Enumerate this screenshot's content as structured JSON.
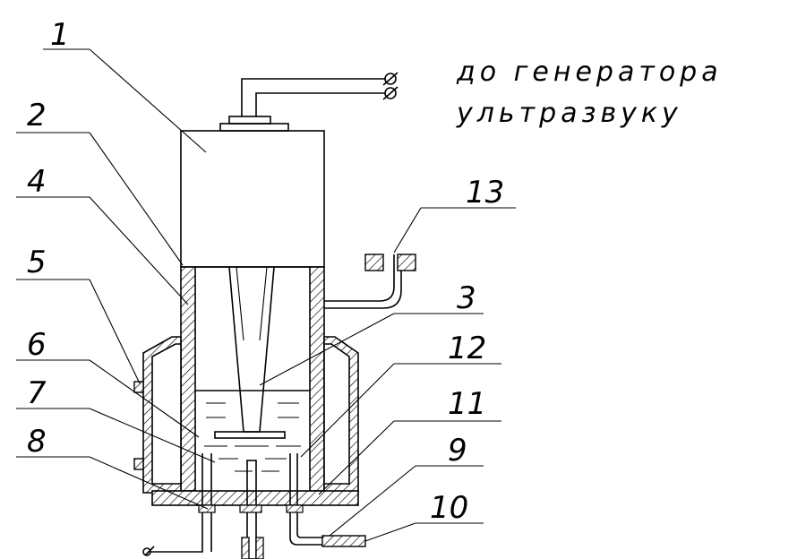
{
  "caption": {
    "line1": "до генератора",
    "line2": "ультразвуку"
  },
  "labels": {
    "l1": "1",
    "l2": "2",
    "l3": "3",
    "l4": "4",
    "l5": "5",
    "l6": "6",
    "l7": "7",
    "l8": "8",
    "l9": "9",
    "l10": "10",
    "l11": "11",
    "l12": "12",
    "l13": "13"
  }
}
